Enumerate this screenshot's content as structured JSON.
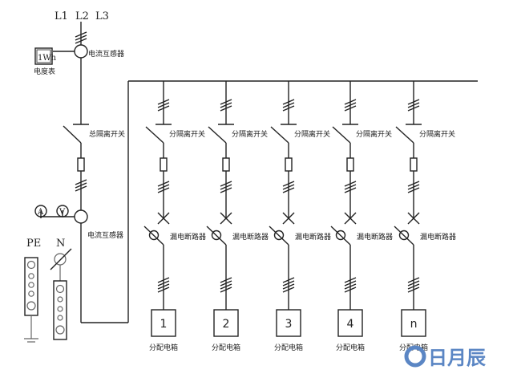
{
  "diagram": {
    "type": "electrical-single-line-distribution",
    "phases": [
      "L1",
      "L2",
      "L3"
    ],
    "main": {
      "meter_label": "1Wh",
      "meter_caption": "电度表",
      "ct_top_label": "电流互感器",
      "main_switch_label": "总隔离开关",
      "ct_bottom_label": "电流互感器",
      "ammeter": "A",
      "voltmeter": "V"
    },
    "terminals": {
      "pe_label": "PE",
      "n_label": "N"
    },
    "branches": [
      {
        "switch_label": "分隔离开关",
        "breaker_label": "漏电断路器",
        "box_id": "1",
        "box_label": "分配电箱"
      },
      {
        "switch_label": "分隔离开关",
        "breaker_label": "漏电断路器",
        "box_id": "2",
        "box_label": "分配电箱"
      },
      {
        "switch_label": "分隔离开关",
        "breaker_label": "漏电断路器",
        "box_id": "3",
        "box_label": "分配电箱"
      },
      {
        "switch_label": "分隔离开关",
        "breaker_label": "漏电断路器",
        "box_id": "4",
        "box_label": "分配电箱"
      },
      {
        "switch_label": "分隔离开关",
        "breaker_label": "漏电断路器",
        "box_id": "n",
        "box_label": "分配电箱"
      }
    ],
    "watermark": {
      "text": "日月辰",
      "color": "#5b86c4"
    }
  }
}
